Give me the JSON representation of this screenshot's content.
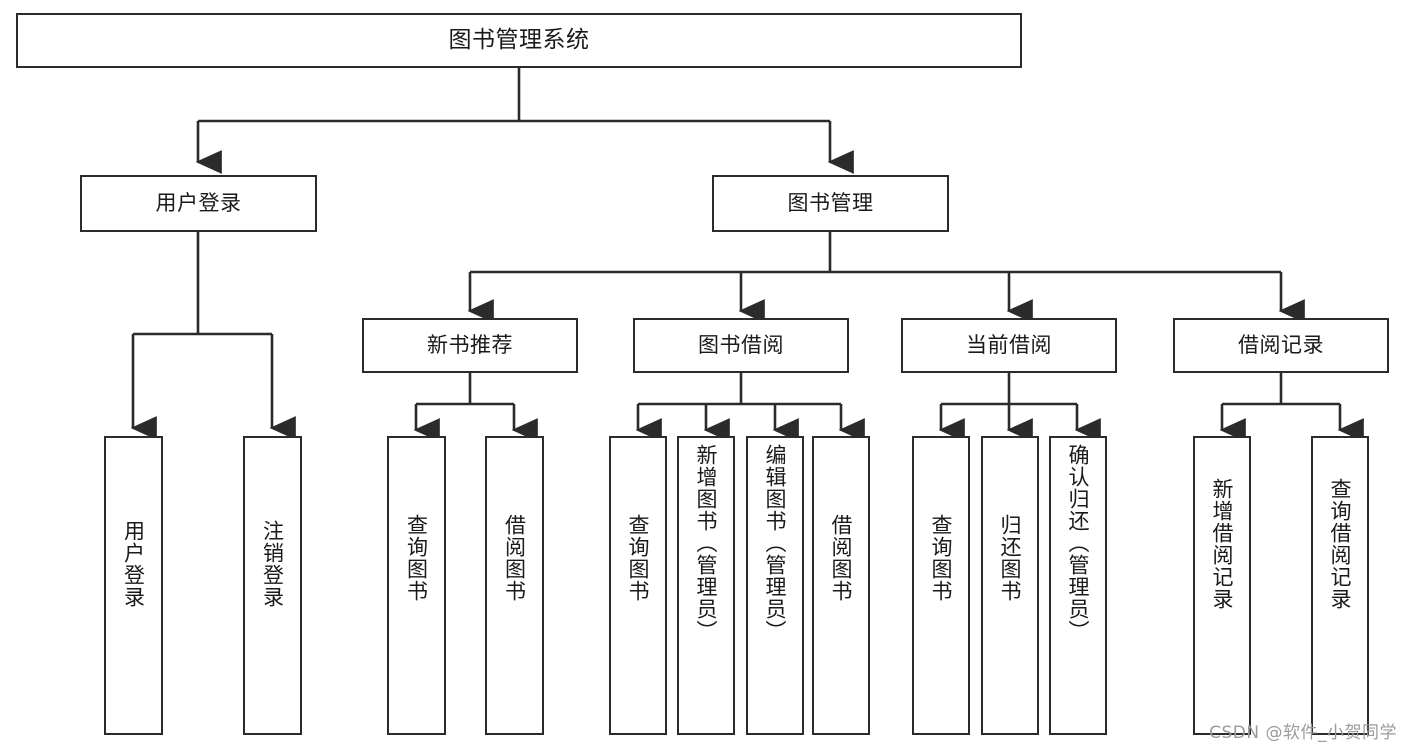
{
  "diagram": {
    "title": "图书管理系统",
    "type": "tree-hierarchy-chart",
    "watermark": "CSDN @软件_小贺同学",
    "colors": {
      "box_border": "#2b2b2b",
      "box_fill": "#ffffff",
      "connector": "#2b2b2b",
      "text": "#1a1a1a",
      "watermark": "#9b9b9b",
      "background": "#ffffff"
    },
    "root": {
      "label": "图书管理系统"
    },
    "level2": [
      {
        "label": "用户登录"
      },
      {
        "label": "图书管理"
      }
    ],
    "level3": [
      {
        "label": "新书推荐"
      },
      {
        "label": "图书借阅"
      },
      {
        "label": "当前借阅"
      },
      {
        "label": "借阅记录"
      }
    ],
    "leaves": {
      "user_login": [
        {
          "label": "用户登录"
        },
        {
          "label": "注销登录"
        }
      ],
      "new_book_recommend": [
        {
          "label": "查询图书"
        },
        {
          "label": "借阅图书"
        }
      ],
      "book_borrow": [
        {
          "label": "查询图书"
        },
        {
          "label": "新增图书（管理员）"
        },
        {
          "label": "编辑图书（管理员）"
        },
        {
          "label": "借阅图书"
        }
      ],
      "current_borrow": [
        {
          "label": "查询图书"
        },
        {
          "label": "归还图书"
        },
        {
          "label": "确认归还（管理员）"
        }
      ],
      "borrow_record": [
        {
          "label": "新增借阅记录"
        },
        {
          "label": "查询借阅记录"
        }
      ]
    }
  }
}
